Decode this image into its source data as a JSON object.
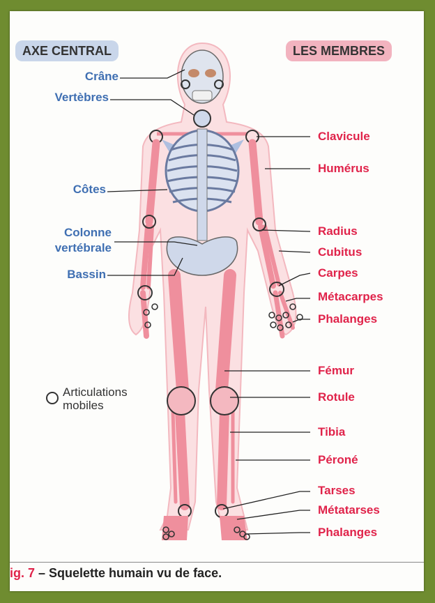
{
  "tags": {
    "axial": "AXE CENTRAL",
    "limbs": "LES MEMBRES"
  },
  "axial_labels": {
    "skull": "Crâne",
    "vertebrae": "Vertèbres",
    "ribs": "Côtes",
    "spine_line1": "Colonne",
    "spine_line2": "vertébrale",
    "pelvis": "Bassin"
  },
  "limb_labels": {
    "clavicle": "Clavicule",
    "humerus": "Humérus",
    "radius": "Radius",
    "ulna": "Cubitus",
    "carpals": "Carpes",
    "metacarpals": "Métacarpes",
    "hand_phalanges": "Phalanges",
    "femur": "Fémur",
    "patella": "Rotule",
    "tibia": "Tibia",
    "fibula": "Péroné",
    "tarsals": "Tarses",
    "metatarsals": "Métatarses",
    "foot_phalanges": "Phalanges"
  },
  "legend": {
    "line1": "Articulations",
    "line2": "mobiles"
  },
  "caption": {
    "fig": "ig. 7",
    "text": " – Squelette humain vu de face."
  },
  "colors": {
    "axial": "#3f6fb2",
    "limbs": "#e0234a",
    "frame": "#6f8c30",
    "bone_pink": "#ef8f9d",
    "bone_blue": "#aebfe0"
  }
}
